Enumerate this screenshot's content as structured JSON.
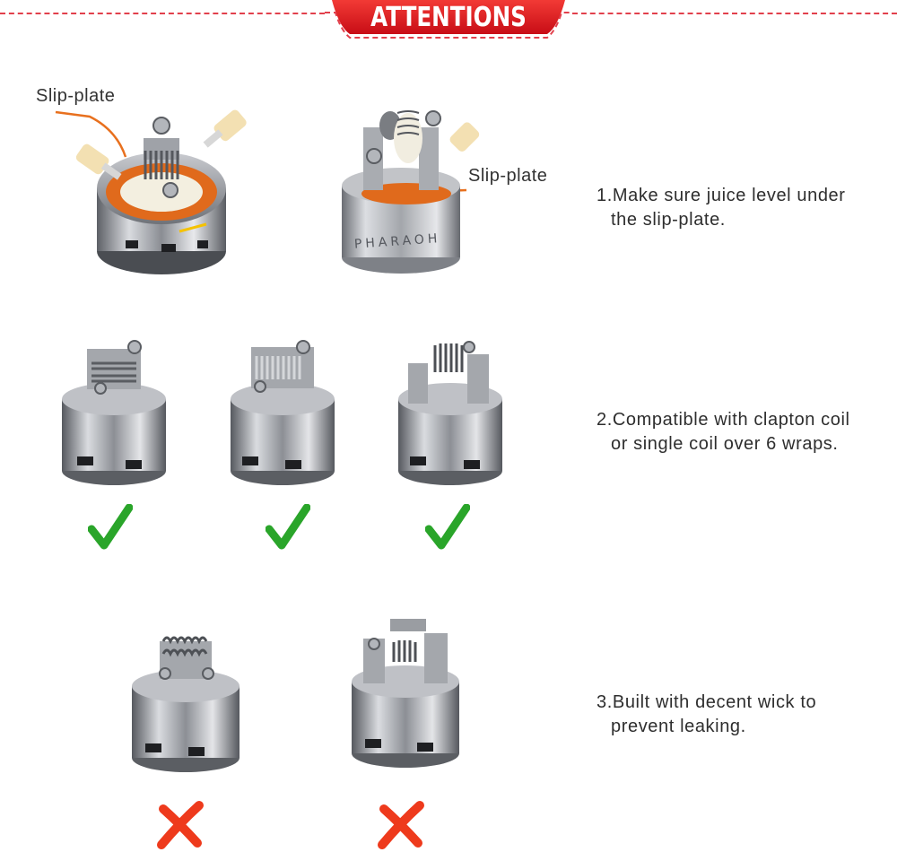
{
  "header": {
    "title": "ATTENTIONS"
  },
  "callouts": {
    "left_slip_plate": "Slip-plate",
    "right_slip_plate": "Slip-plate"
  },
  "product": {
    "engraving": "PHARAOH"
  },
  "steps": [
    {
      "line1": "1.Make sure juice level under",
      "line2": "the slip-plate."
    },
    {
      "line1": "2.Compatible with clapton coil",
      "line2": "or single coil over 6 wraps."
    },
    {
      "line1": "3.Built with decent wick to",
      "line2": "prevent leaking."
    }
  ],
  "marks": {
    "correct": "check-mark",
    "incorrect": "cross-mark"
  },
  "colors": {
    "accent_red": "#e3141f",
    "check_green": "#2aa52a",
    "cross_red": "#ee3a1c",
    "callout_orange": "#e8701e"
  }
}
